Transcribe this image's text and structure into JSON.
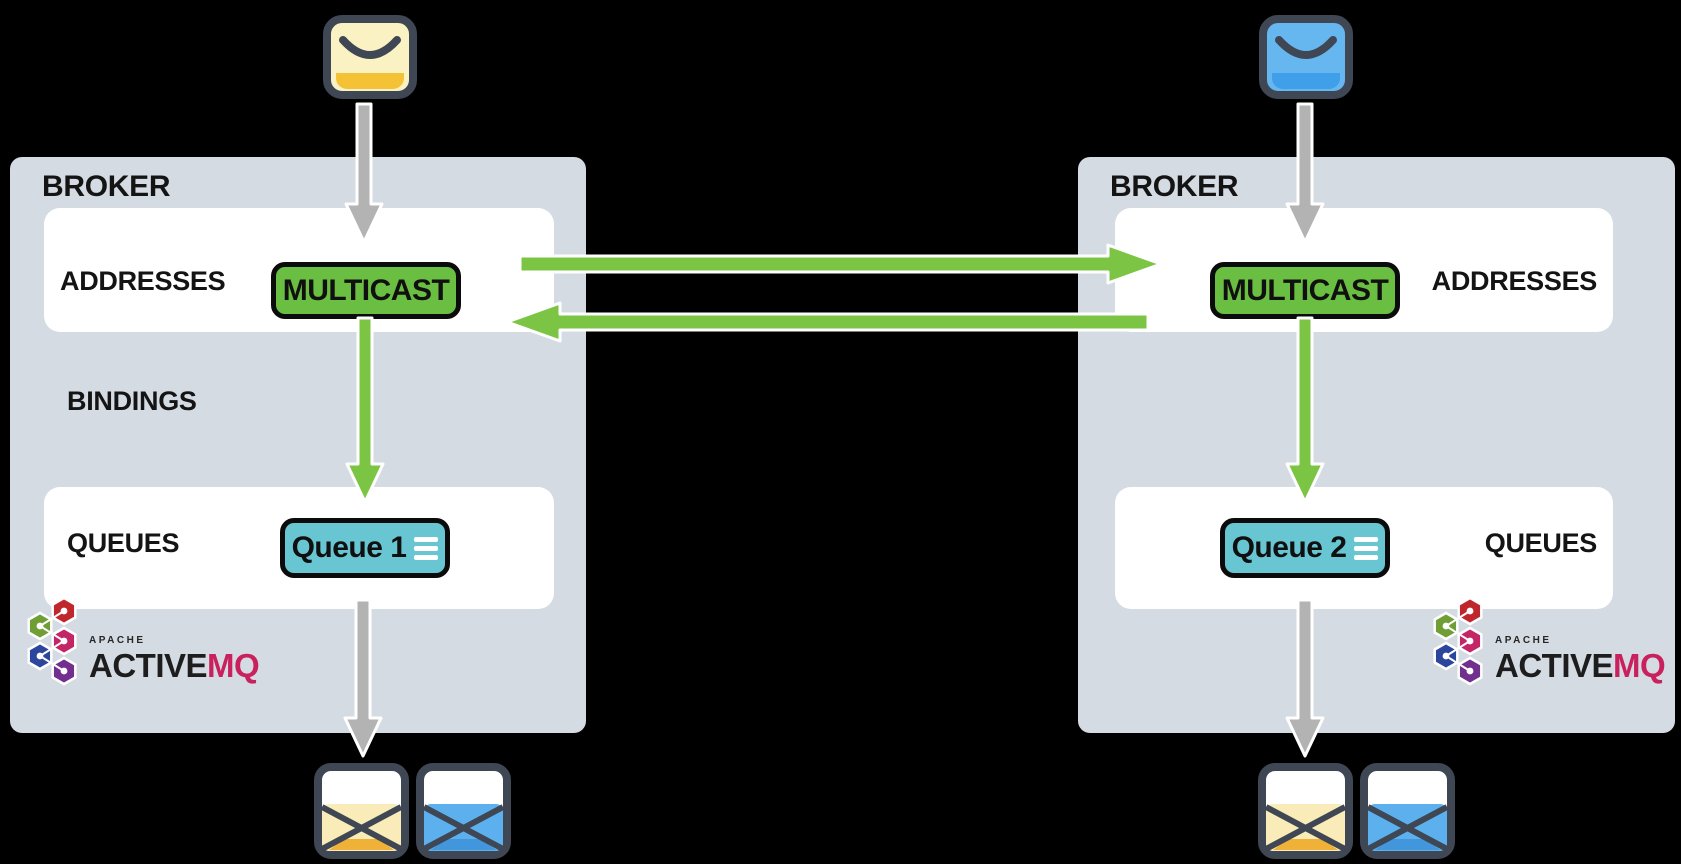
{
  "colors": {
    "background": "#000000",
    "broker_panel": "#d5dbe3",
    "card": "#ffffff",
    "multicast_green": "#6abe41",
    "arrow_green": "#7cc544",
    "queue_teal": "#68c5d2",
    "arrow_gray": "#b3b3b3",
    "outline_dark": "#3e4753",
    "logo_pink": "#c9215d",
    "envelope_yellow": "#fbf2c4",
    "envelope_blue": "#66b6f0",
    "text": "#141414"
  },
  "icons": {
    "producer_left": "envelope-closed-yellow-icon",
    "producer_right": "envelope-closed-blue-icon",
    "consumers": [
      "envelope-open-yellow-icon",
      "envelope-open-blue-icon"
    ],
    "queue_badge_glyph": "list-lines-icon",
    "logo_glyph": "activemq-hexagon-cluster-icon",
    "flow_glyphs": [
      "gray-down-arrow",
      "green-down-arrow",
      "green-right-arrow",
      "green-left-arrow"
    ]
  },
  "brokers": [
    {
      "title": "BROKER",
      "addresses_label": "ADDRESSES",
      "address_badge": "MULTICAST",
      "bindings_label": "BINDINGS",
      "queues_label": "QUEUES",
      "queue_badge": "Queue 1",
      "logo": {
        "apache": "APACHE",
        "active": "ACTIVE",
        "mq": "MQ"
      }
    },
    {
      "title": "BROKER",
      "addresses_label": "ADDRESSES",
      "address_badge": "MULTICAST",
      "queues_label": "QUEUES",
      "queue_badge": "Queue 2",
      "logo": {
        "apache": "APACHE",
        "active": "ACTIVE",
        "mq": "MQ"
      }
    }
  ]
}
